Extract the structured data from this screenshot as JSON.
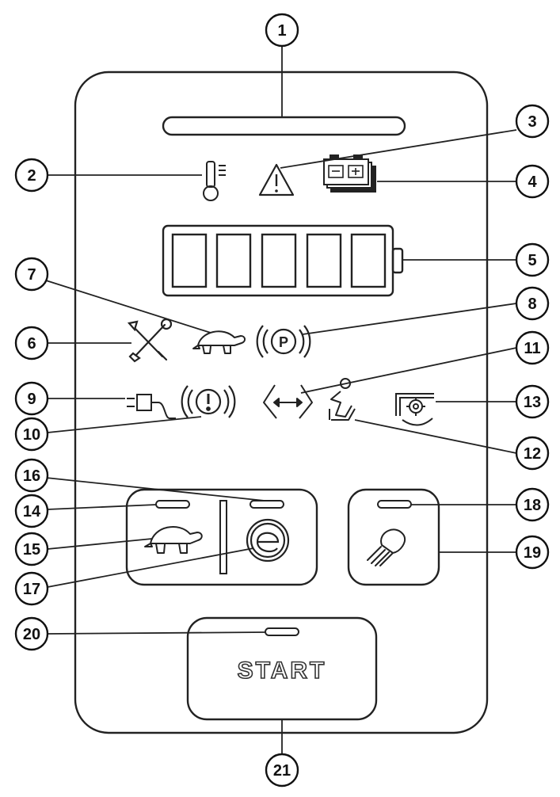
{
  "callouts": {
    "c1": "1",
    "c2": "2",
    "c3": "3",
    "c4": "4",
    "c5": "5",
    "c6": "6",
    "c7": "7",
    "c8": "8",
    "c9": "9",
    "c10": "10",
    "c11": "11",
    "c12": "12",
    "c13": "13",
    "c14": "14",
    "c15": "15",
    "c16": "16",
    "c17": "17",
    "c18": "18",
    "c19": "19",
    "c20": "20",
    "c21": "21"
  },
  "start_button": {
    "label": "START"
  },
  "icons": {
    "temperature": "thermometer-icon",
    "warning": "warning-triangle-icon",
    "battery_pack": "battery-pack-icon",
    "wrench_screwdriver": "tools-icon",
    "turtle_indicator": "turtle-icon",
    "parking_brake": "parking-brake-icon",
    "plug_cable": "charging-plug-icon",
    "brake_fault": "brake-warning-icon",
    "steering": "steering-icon",
    "seat_occupancy": "operator-seat-icon",
    "hydraulic": "gear-settings-icon",
    "turtle_button": "turtle-icon",
    "eco_button": "eco-mode-icon",
    "work_light": "work-light-icon"
  },
  "battery_segments": 5,
  "colors": {
    "line": "#222222",
    "background": "#ffffff"
  }
}
